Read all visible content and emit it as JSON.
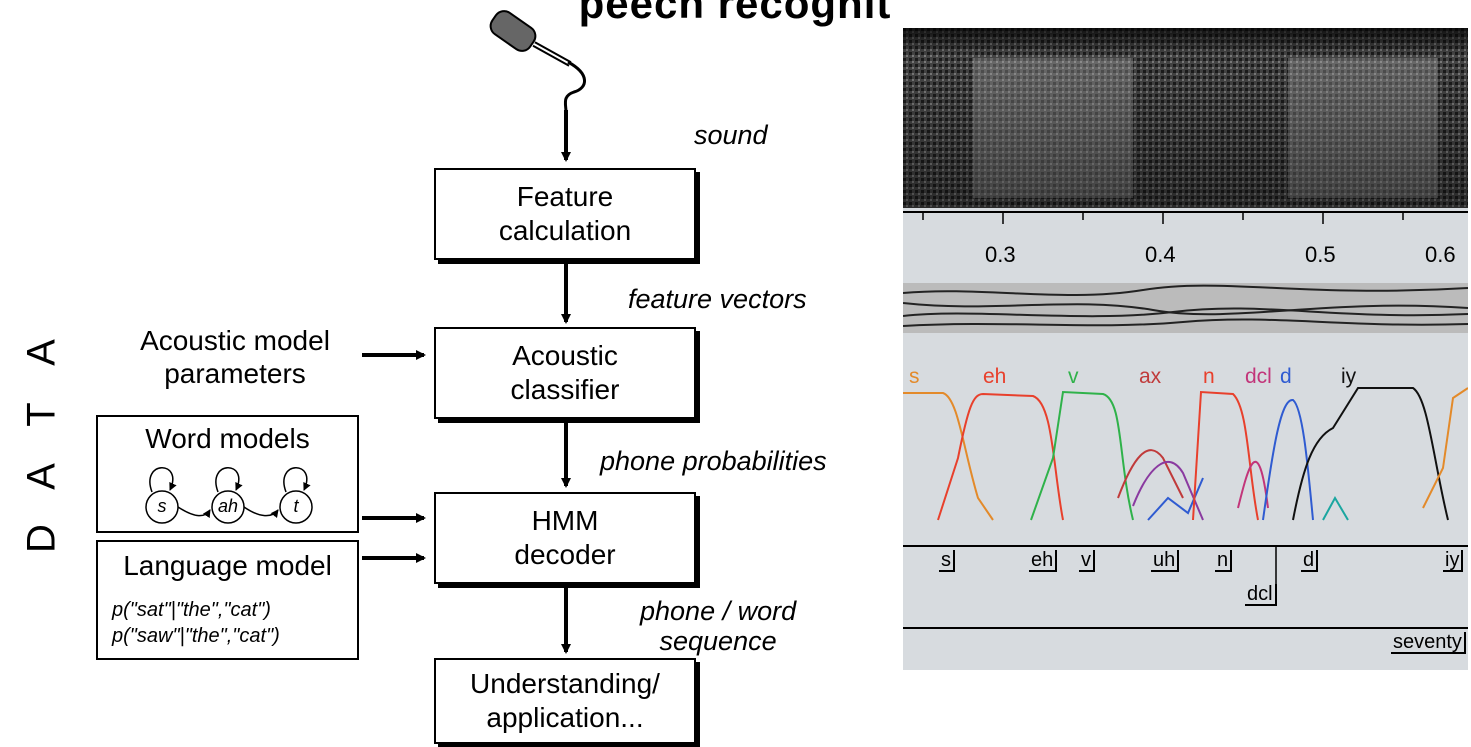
{
  "title_fragment": "peech recognit",
  "side_label": [
    "D",
    "A",
    "T",
    "A"
  ],
  "flow": {
    "sound_label": "sound",
    "feature_calc": [
      "Feature",
      "calculation"
    ],
    "feature_vectors_label": "feature vectors",
    "acoustic_classifier": [
      "Acoustic",
      "classifier"
    ],
    "phone_probs_label": "phone probabilities",
    "hmm_decoder": [
      "HMM",
      "decoder"
    ],
    "phone_word_seq_label": [
      "phone / word",
      "sequence"
    ],
    "understanding": [
      "Understanding/",
      "application..."
    ]
  },
  "inputs": {
    "acoustic_params": [
      "Acoustic model",
      "parameters"
    ],
    "word_models_title": "Word models",
    "word_states": [
      "s",
      "ah",
      "t"
    ],
    "language_model_title": "Language model",
    "lm_probs": [
      "p(\"sat\"|\"the\",\"cat\")",
      "p(\"saw\"|\"the\",\"cat\")"
    ]
  },
  "spectrogram": {
    "time_ticks": [
      "0.3",
      "0.4",
      "0.5",
      "0.6"
    ],
    "phones": [
      {
        "label": "s",
        "color": "#e38a2a"
      },
      {
        "label": "eh",
        "color": "#e8402c"
      },
      {
        "label": "v",
        "color": "#2fb24a"
      },
      {
        "label": "ax",
        "color": "#c03a3a"
      },
      {
        "label": "n",
        "color": "#e8402c"
      },
      {
        "label": "dcl",
        "color": "#c2357a"
      },
      {
        "label": "d",
        "color": "#2f5bd1"
      },
      {
        "label": "iy",
        "color": "#111111"
      }
    ],
    "segments": [
      "s",
      "eh",
      "v",
      "uh",
      "n",
      "dcl",
      "d",
      "iy"
    ],
    "word": "seventy"
  }
}
